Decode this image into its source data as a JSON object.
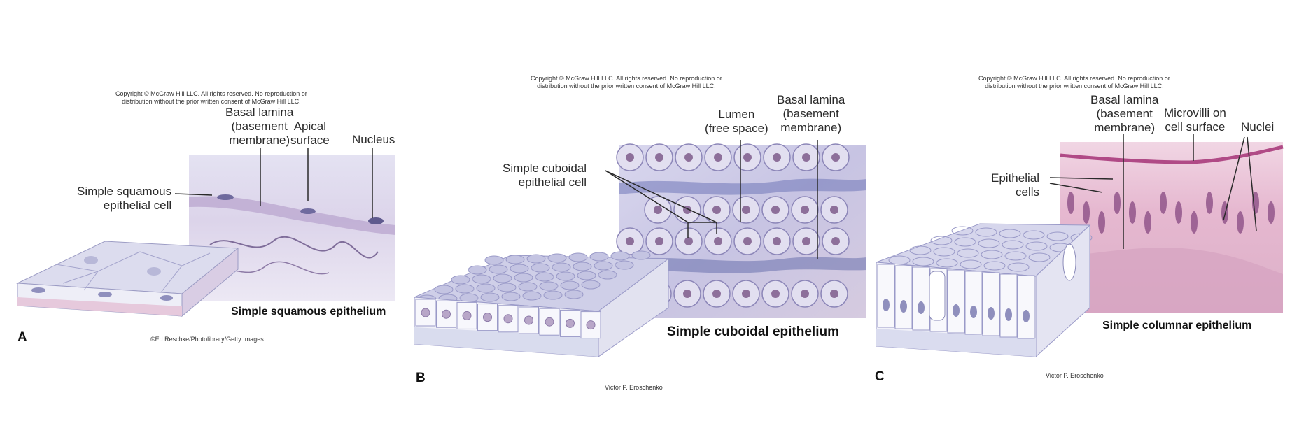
{
  "panels": [
    {
      "letter": "A",
      "copyright": "Copyright © McGraw Hill LLC. All rights reserved. No reproduction or\ndistribution without the prior written consent of McGraw Hill LLC.",
      "caption": "Simple squamous epithelium",
      "credit": "©Ed Reschke/Photolibrary/Getty Images",
      "labels": {
        "epithelial_cell": "Simple squamous\nepithelial cell",
        "basal_lamina": "Basal lamina\n(basement\nmembrane)",
        "apical_surface": "Apical\nsurface",
        "nucleus": "Nucleus"
      }
    },
    {
      "letter": "B",
      "copyright": "Copyright © McGraw Hill LLC. All rights reserved. No reproduction or\ndistribution without the prior written consent of McGraw Hill LLC.",
      "caption": "Simple cuboidal epithelium",
      "credit": "Victor P. Eroschenko",
      "labels": {
        "epithelial_cell": "Simple cuboidal\nepithelial cell",
        "lumen": "Lumen\n(free space)",
        "basal_lamina": "Basal lamina\n(basement\nmembrane)"
      }
    },
    {
      "letter": "C",
      "copyright": "Copyright © McGraw Hill LLC. All rights reserved. No reproduction or\ndistribution without the prior written consent of McGraw Hill LLC.",
      "caption": "Simple columnar epithelium",
      "credit": "Victor P. Eroschenko",
      "labels": {
        "epithelial_cells": "Epithelial\ncells",
        "basal_lamina": "Basal lamina\n(basement\nmembrane)",
        "microvilli": "Microvilli on\ncell surface",
        "nuclei": "Nuclei"
      }
    }
  ],
  "colors": {
    "micrograph_a": "#d7d2ea",
    "micrograph_b": "#c9c7e6",
    "micrograph_c": "#e3b3ce",
    "block_cell": "#dcdcee",
    "nucleus": "#8f8fbd",
    "basal_tissue": "#e9cfe0"
  }
}
